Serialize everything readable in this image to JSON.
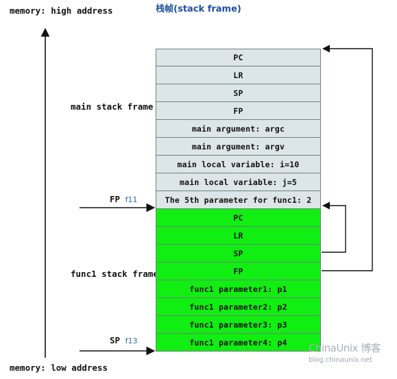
{
  "title": "栈帧(stack frame)",
  "memory_high_label": "memory: high address",
  "memory_low_label": "memory: low address",
  "main_frame_label": "main stack frame",
  "func1_frame_label": "func1 stack frame",
  "fp_pointer": {
    "name": "FP",
    "sub": "f11"
  },
  "sp_pointer": {
    "name": "SP",
    "sub": "f13"
  },
  "stack_cells": [
    {
      "text": "PC",
      "frame": "main"
    },
    {
      "text": "LR",
      "frame": "main"
    },
    {
      "text": "SP",
      "frame": "main"
    },
    {
      "text": "FP",
      "frame": "main"
    },
    {
      "text": "main argument:  argc",
      "frame": "main"
    },
    {
      "text": "main argument:  argv",
      "frame": "main"
    },
    {
      "text": "main local variable:  i=10",
      "frame": "main"
    },
    {
      "text": "main local variable:  j=5",
      "frame": "main"
    },
    {
      "text": "The 5th parameter for func1: 2",
      "frame": "main"
    },
    {
      "text": "PC",
      "frame": "func1"
    },
    {
      "text": "LR",
      "frame": "func1"
    },
    {
      "text": "SP",
      "frame": "func1"
    },
    {
      "text": "FP",
      "frame": "func1"
    },
    {
      "text": "func1 parameter1: p1",
      "frame": "func1"
    },
    {
      "text": "func1 parameter2: p2",
      "frame": "func1"
    },
    {
      "text": "func1 parameter3: p3",
      "frame": "func1"
    },
    {
      "text": "func1 parameter4: p4",
      "frame": "func1"
    }
  ],
  "watermark": {
    "logo": "ChinaUnix 博客",
    "url": "blog.chinaunix.net"
  },
  "colors": {
    "main_cell": "#dce6e8",
    "func1_cell": "#11ee11",
    "title": "#1f4f9e",
    "pointer_sub": "#1e6bb8"
  }
}
